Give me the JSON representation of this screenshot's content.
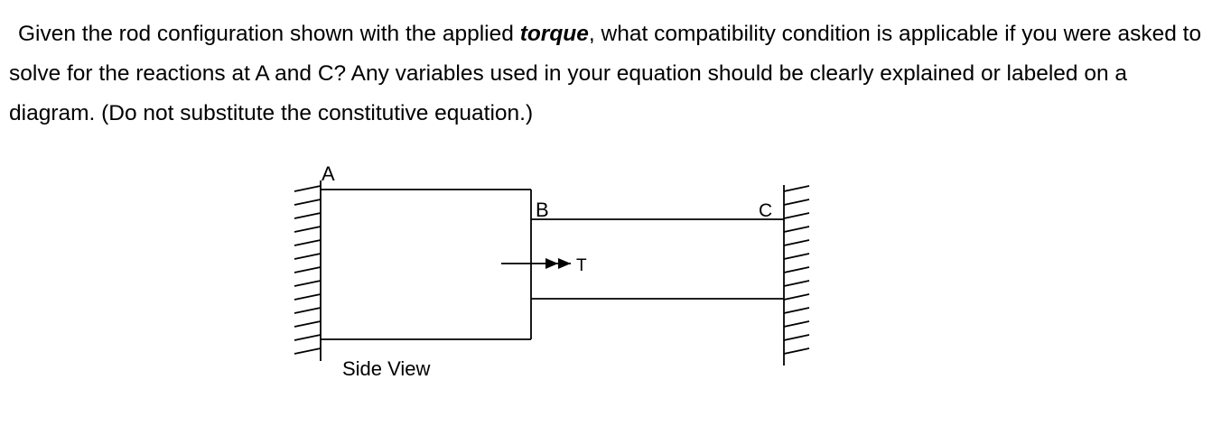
{
  "question": {
    "part1": "Given the rod configuration shown with the applied ",
    "emphasis": "torque",
    "part2": ", what compatibility condition is applicable if you were asked to solve for the reactions at A and C?  Any variables used in your equation should be clearly explained or labeled on a diagram.  (Do not substitute the constitutive equation.)"
  },
  "figure": {
    "label_a": "A",
    "label_b": "B",
    "label_c": "C",
    "label_torque": "T",
    "caption": "Side View"
  }
}
